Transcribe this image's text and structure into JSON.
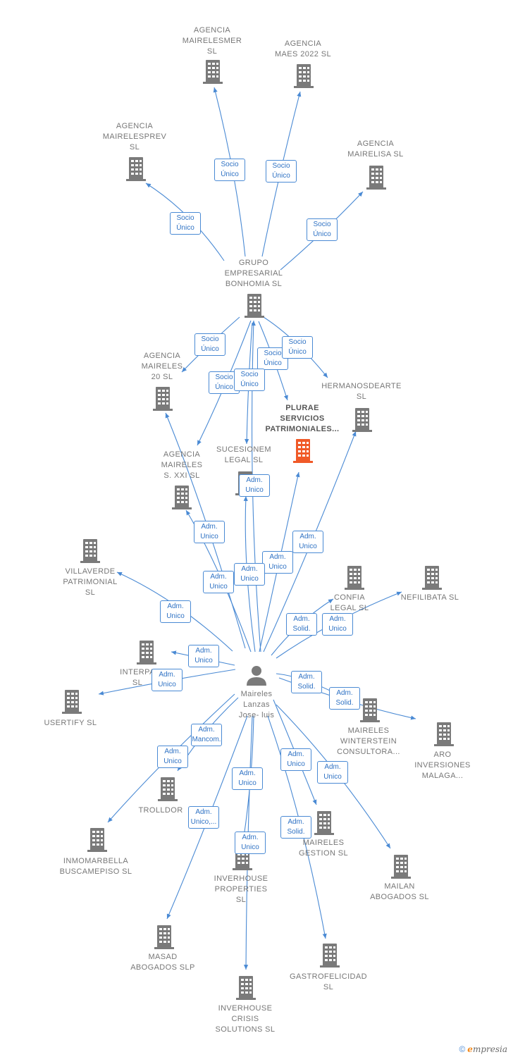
{
  "colors": {
    "edge": "#4a8ad4",
    "building": "#7a7a7a",
    "focus_building": "#f05a28",
    "label": "#777777"
  },
  "icons": {
    "company": "building-icon",
    "person": "person-icon"
  },
  "nodes": [
    {
      "id": "mairelesmer",
      "label": "AGENCIA\nMAIRELESMER\nSL"
    },
    {
      "id": "maes",
      "label": "AGENCIA\nMAES 2022  SL"
    },
    {
      "id": "mairelesprev",
      "label": "AGENCIA\nMAIRELESPREV\nSL"
    },
    {
      "id": "mairelisa",
      "label": "AGENCIA\nMAIRELISA  SL"
    },
    {
      "id": "grupo",
      "label": "GRUPO\nEMPRESARIAL\nBONHOMIA  SL"
    },
    {
      "id": "mairele20",
      "label": "AGENCIA\nMAIRELES\n20  SL"
    },
    {
      "id": "hermanos",
      "label": "HERMANOSDEARTE\nSL"
    },
    {
      "id": "plurae",
      "label": "PLURAE\nSERVICIOS\nPATRIMONIALES..."
    },
    {
      "id": "sucesionem",
      "label": "SUCESIONEM\nLEGAL  SL"
    },
    {
      "id": "mairelesxxi",
      "label": "AGENCIA\nMAIRELES\nS. XXI  SL"
    },
    {
      "id": "villaverde",
      "label": "VILLAVERDE\nPATRIMONIAL\nSL"
    },
    {
      "id": "confia",
      "label": "CONFIA\nLEGAL  SL"
    },
    {
      "id": "nefilibata",
      "label": "NEFILIBATA  SL"
    },
    {
      "id": "interpa",
      "label": "INTERPA\nSL"
    },
    {
      "id": "usertify",
      "label": "USERTIFY  SL"
    },
    {
      "id": "person",
      "label": "Maireles\nLanzas\nJose- luis"
    },
    {
      "id": "winterstein",
      "label": "MAIRELES\nWINTERSTEIN\nCONSULTORA..."
    },
    {
      "id": "aro",
      "label": "ARO\nINVERSIONES\nMALAGA..."
    },
    {
      "id": "trolldor",
      "label": "TROLLDOR"
    },
    {
      "id": "inmomarbella",
      "label": "INMOMARBELLA\nBUSCAMEPISO SL"
    },
    {
      "id": "gestion",
      "label": "MAIRELES\nGESTION  SL"
    },
    {
      "id": "inverhouse_p",
      "label": "INVERHOUSE\nPROPERTIES\nSL"
    },
    {
      "id": "mailan",
      "label": "MAILAN\nABOGADOS  SL"
    },
    {
      "id": "masad",
      "label": "MASAD\nABOGADOS SLP"
    },
    {
      "id": "gastro",
      "label": "GASTROFELICIDAD\nSL"
    },
    {
      "id": "inverhouse_c",
      "label": "INVERHOUSE\nCRISIS\nSOLUTIONS SL"
    }
  ],
  "relations": [
    {
      "id": "r1",
      "label": "Socio\nÚnico"
    },
    {
      "id": "r2",
      "label": "Socio\nÚnico"
    },
    {
      "id": "r3",
      "label": "Socio\nÚnico"
    },
    {
      "id": "r4",
      "label": "Socio\nÚnico"
    },
    {
      "id": "r5",
      "label": "Socio\nÚnico"
    },
    {
      "id": "r6",
      "label": "Socio\nÚnico"
    },
    {
      "id": "r7",
      "label": "Socio\nÚnico"
    },
    {
      "id": "r8",
      "label": "Socio\nÚnico"
    },
    {
      "id": "r9",
      "label": "Socio\nÚnico"
    },
    {
      "id": "r10",
      "label": "Adm.\nUnico"
    },
    {
      "id": "r11",
      "label": "Adm.\nUnico"
    },
    {
      "id": "r12",
      "label": "Adm.\nUnico"
    },
    {
      "id": "r13",
      "label": "Adm.\nUnico"
    },
    {
      "id": "r14",
      "label": "Adm.\nUnico"
    },
    {
      "id": "r15",
      "label": "Adm.\nUnico"
    },
    {
      "id": "r16",
      "label": "Adm.\nUnico"
    },
    {
      "id": "r17",
      "label": "Adm.\nSolid."
    },
    {
      "id": "r18",
      "label": "Adm.\nUnico"
    },
    {
      "id": "r19",
      "label": "Adm.\nUnico"
    },
    {
      "id": "r20",
      "label": "Adm.\nUnico"
    },
    {
      "id": "r21",
      "label": "Adm.\nSolid."
    },
    {
      "id": "r22",
      "label": "Adm.\nSolid."
    },
    {
      "id": "r23",
      "label": "Adm.\nMancom."
    },
    {
      "id": "r24",
      "label": "Adm.\nUnico"
    },
    {
      "id": "r25",
      "label": "Adm.\nUnico"
    },
    {
      "id": "r26",
      "label": "Adm.\nUnico"
    },
    {
      "id": "r27",
      "label": "Adm.\nUnico"
    },
    {
      "id": "r28",
      "label": "Adm.\nUnico,..."
    },
    {
      "id": "r29",
      "label": "Adm.\nUnico"
    },
    {
      "id": "r30",
      "label": "Adm.\nSolid."
    }
  ],
  "footer": {
    "copyright": "©",
    "brand_initial": "e",
    "brand_rest": "mpresia"
  }
}
